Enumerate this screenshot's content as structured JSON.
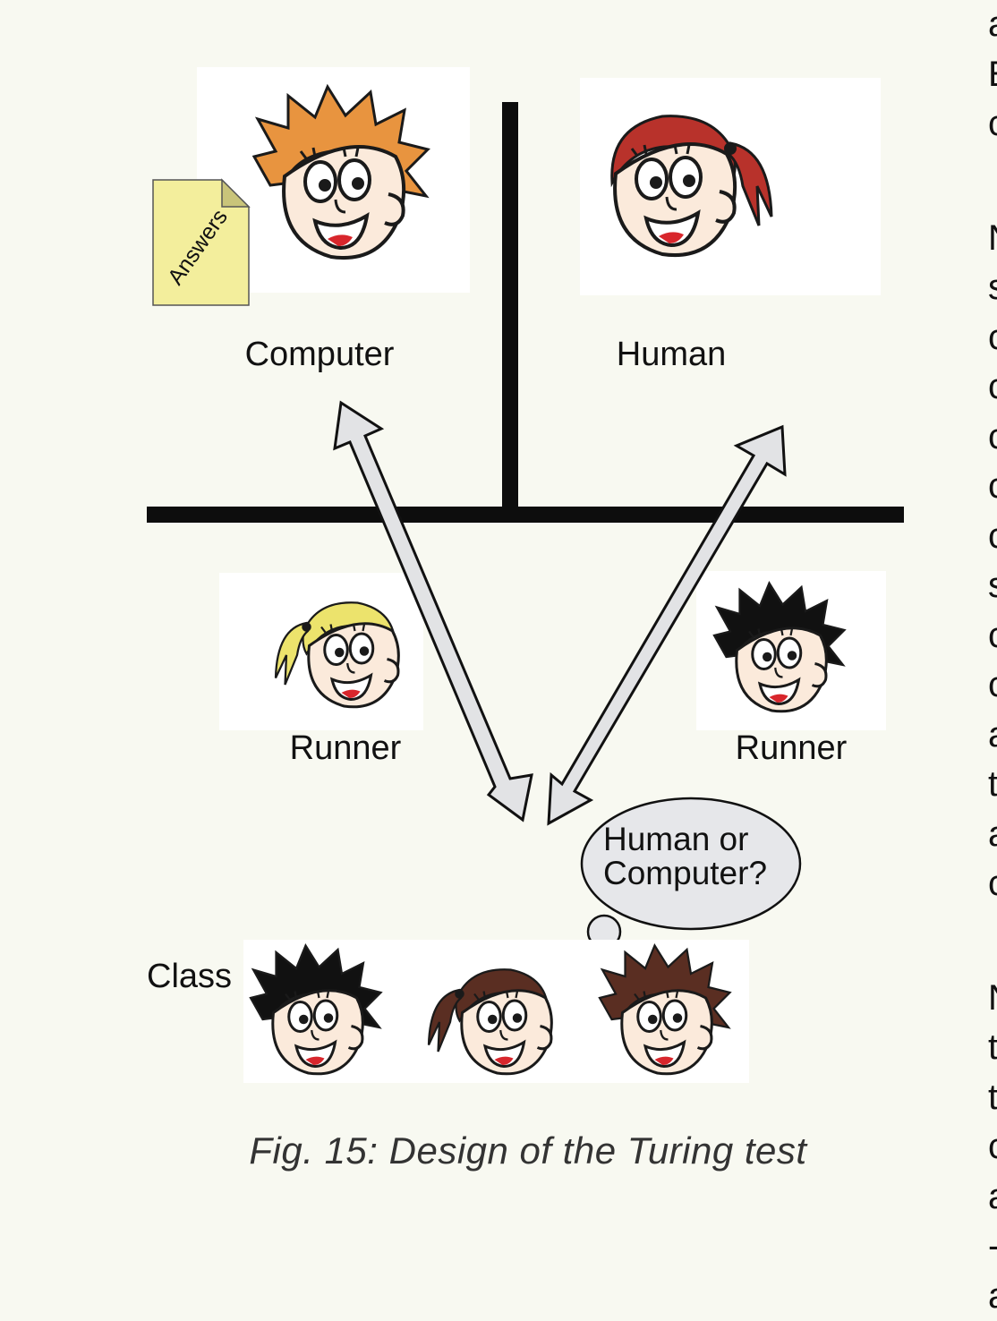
{
  "figure": {
    "labels": {
      "computer": "Computer",
      "human": "Human",
      "runner_left": "Runner",
      "runner_right": "Runner",
      "class": "Class",
      "answers_note": "Answers"
    },
    "thought_bubble": {
      "line1": "Human or",
      "line2": "Computer?"
    },
    "caption": "Fig. 15: Design of the Turing test",
    "colors": {
      "background": "#f8f9f1",
      "orange_hair": "#e8943f",
      "red_hair": "#b8322b",
      "blond_hair": "#ece36c",
      "black_hair": "#111111",
      "brown_hair": "#5a2e22",
      "skin": "#fbeadb",
      "note": "#f3ee9c",
      "arrow_fill": "#e2e3e5",
      "bubble_fill": "#e6e7ea"
    }
  },
  "edge_text": {
    "block1": [
      "a",
      "E",
      "c"
    ],
    "block2": [
      "N",
      "s",
      "c",
      "c",
      "c",
      "c",
      "c",
      "s",
      "c",
      "c",
      "a",
      "t",
      "a",
      "c"
    ],
    "block3": [
      "N",
      "t",
      "t",
      "c",
      "a",
      "-",
      "a"
    ]
  }
}
